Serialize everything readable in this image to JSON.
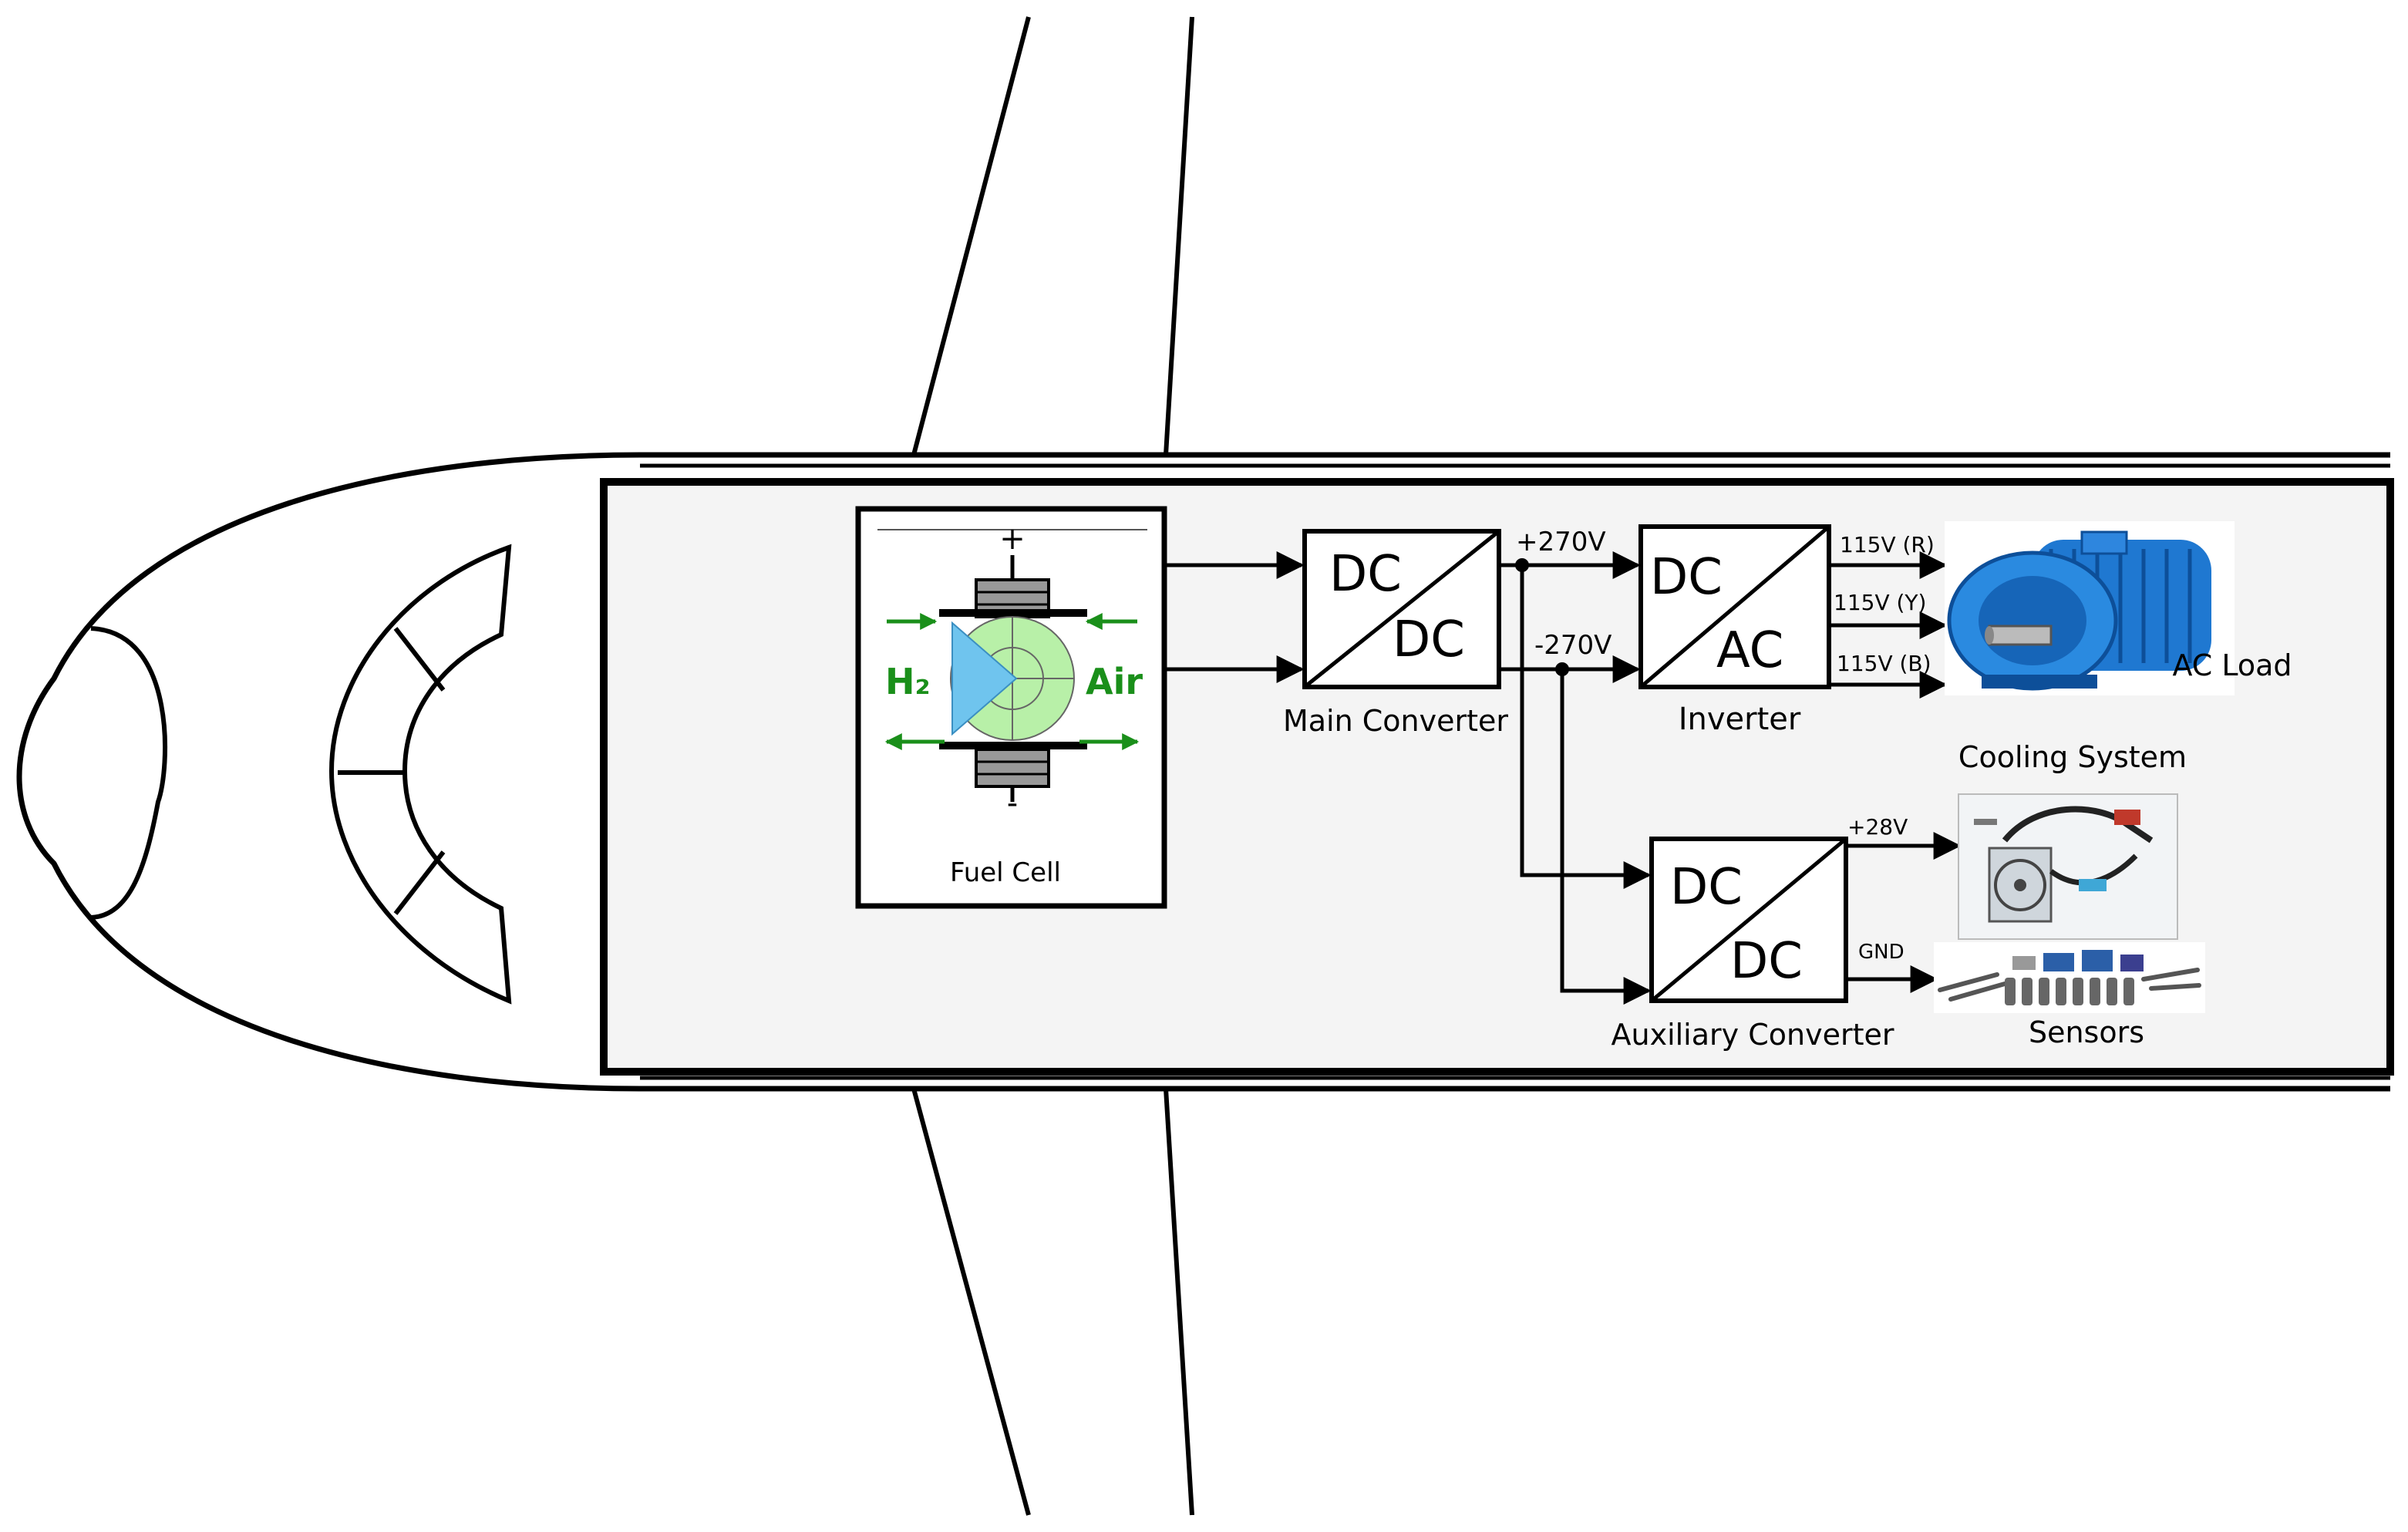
{
  "fuel_cell": {
    "label": "Fuel Cell",
    "plus": "+",
    "minus": "-",
    "h2_label": "H₂",
    "air_label": "Air"
  },
  "main_converter": {
    "label": "Main Converter",
    "in": "DC",
    "out": "DC"
  },
  "inverter": {
    "label": "Inverter",
    "in": "DC",
    "out": "AC"
  },
  "aux_converter": {
    "label": "Auxiliary Converter",
    "in": "DC",
    "out": "DC"
  },
  "bus": {
    "positive": "+270V",
    "negative": "-270V"
  },
  "ac_outputs": [
    "115V (R)",
    "115V (Y)",
    "115V (B)"
  ],
  "aux_outputs": {
    "positive": "+28V",
    "ground": "GND"
  },
  "loads": {
    "ac_load": "AC Load",
    "cooling": "Cooling System",
    "sensors": "Sensors"
  },
  "colors": {
    "motor_blue": "#1f78d1",
    "fuel_cell_green": "#1a8f1a",
    "membrane_light_green": "#b8f0a8",
    "hydrogen_blue": "#6fc4ee",
    "panel_bg": "#f4f4f4"
  }
}
